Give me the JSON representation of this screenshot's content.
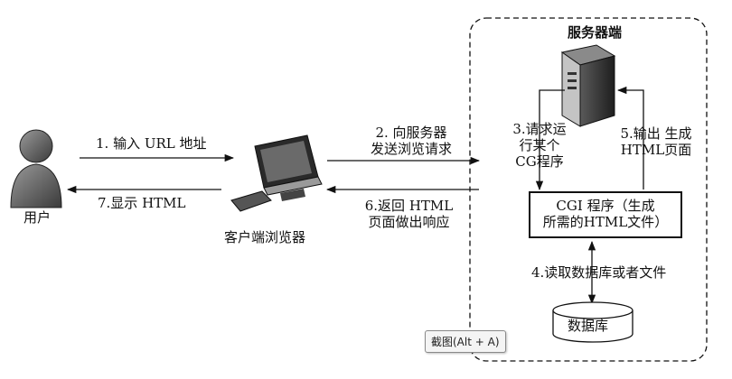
{
  "server": {
    "title": "服务器端"
  },
  "user": {
    "label": "用户"
  },
  "browser": {
    "label": "客户端浏览器"
  },
  "steps": {
    "s1": "1. 输入 URL 地址",
    "s7": "7.显示 HTML",
    "s2_line1": "2. 向服务器",
    "s2_line2": "发送浏览请求",
    "s6_line1": "6.返回 HTML",
    "s6_line2": "页面做出响应",
    "s3_line1": "3.请求运",
    "s3_line2": "行某个",
    "s3_line3": "CG程序",
    "s5_line1": "5.输出 生成",
    "s5_line2": "HTML页面",
    "s4": "4.读取数据库或者文件"
  },
  "cgi": {
    "line1": "CGI 程序（生成",
    "line2": "所需的HTML文件）"
  },
  "database": {
    "label": "数据库"
  },
  "tooltip": {
    "text": "截图(Alt + A)"
  }
}
